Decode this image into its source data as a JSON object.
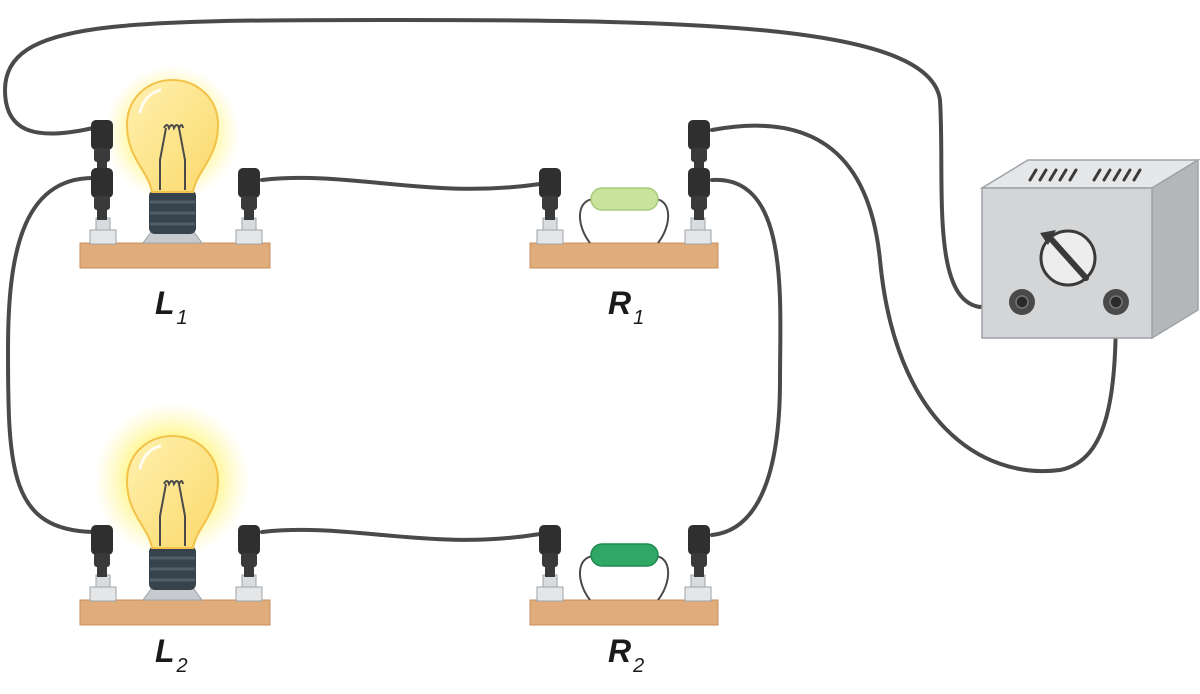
{
  "labels": {
    "l1": {
      "letter": "L",
      "sub": "1"
    },
    "r1": {
      "letter": "R",
      "sub": "1"
    },
    "l2": {
      "letter": "L",
      "sub": "2"
    },
    "r2": {
      "letter": "R",
      "sub": "2"
    }
  },
  "colors": {
    "wire": "#4a4a4a",
    "board": "#e0ac7b",
    "board_edge": "#c98f5c",
    "clip": "#2f2f2f",
    "post": "#cfd2d5",
    "bulb_glass": "#fde48a",
    "bulb_glow": "#fff27a",
    "bulb_base": "#36434d",
    "resistor_r1": "#c9e39c",
    "resistor_r2": "#2fa866",
    "supply_front": "#d3d5d7",
    "supply_top": "#e6e7e8",
    "supply_side": "#b4b7ba"
  }
}
